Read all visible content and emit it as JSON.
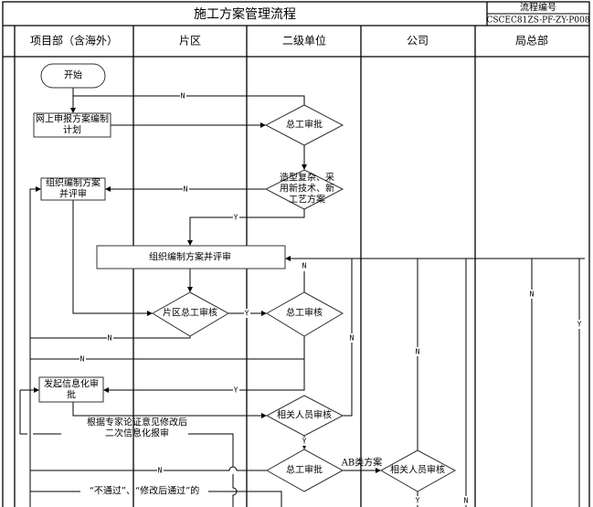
{
  "header": {
    "title": "施工方案管理流程",
    "code_label": "流程编号",
    "code_value": "CSCEC81ZS-PF-ZY-P008"
  },
  "lanes": [
    "项目部（含海外）",
    "片区",
    "二级单位",
    "公司",
    "局总部"
  ],
  "nodes": {
    "start": "开始",
    "submit_plan": [
      "网上申报方案编制",
      "计划"
    ],
    "chief_approve_1": "总工审批",
    "complex_check": [
      "造型复杂、采",
      "用新技术、新",
      "工艺方案"
    ],
    "organize_review_project": [
      "组织编制方案",
      "并评审"
    ],
    "organize_review_main": "组织编制方案并评审",
    "region_chief_review": "片区总工审核",
    "chief_review": "总工审核",
    "start_info_approval": [
      "发起信息化审",
      "批"
    ],
    "related_review_1": "相关人员审核",
    "chief_approve_2": "总工审批",
    "related_review_company": "相关人员审核"
  },
  "annotations": {
    "expert_revise": [
      "根据专家论证意见修改后",
      "二次信息化报审"
    ],
    "not_pass": "“不通过”、“修改后通过”的",
    "ab_plan": "AB类方案"
  },
  "edge_labels": {
    "no": "N",
    "yes": "Y"
  }
}
